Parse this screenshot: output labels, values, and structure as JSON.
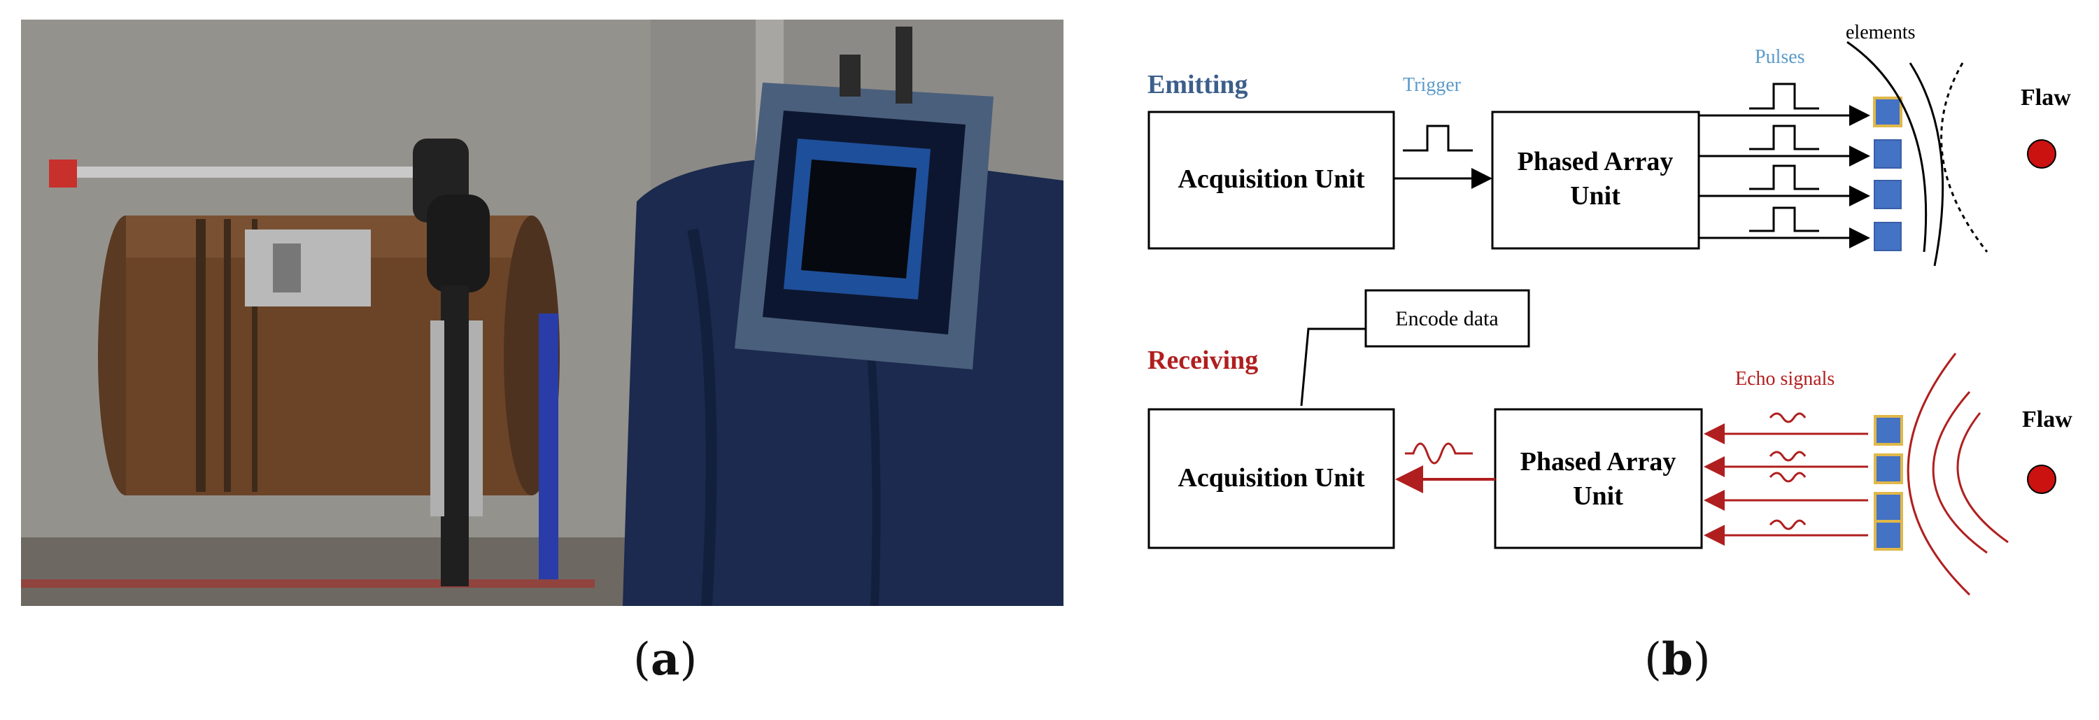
{
  "captions": {
    "a_letter": "a",
    "b_letter": "b"
  },
  "photo": {
    "description_icons": [
      "pipe-section",
      "scanner-rig",
      "flaw-detector-device",
      "blue-cloth-stand"
    ]
  },
  "emitting": {
    "heading": "Emitting",
    "trigger_label": "Trigger",
    "pulses_label": "Pulses",
    "elements_label": "elements",
    "flaw_label": "Flaw",
    "acq_label": "Acquisition Unit",
    "pa_line1": "Phased Array",
    "pa_line2": "Unit"
  },
  "receiving": {
    "heading": "Receiving",
    "encode_label": "Encode data",
    "echo_label": "Echo signals",
    "flaw_label": "Flaw",
    "acq_label": "Acquisition Unit",
    "pa_line1": "Phased Array",
    "pa_line2": "Unit"
  },
  "colors": {
    "emit_heading": "#3c5f8a",
    "label_blue": "#5b9bc9",
    "receive_red": "#b01f1f",
    "element_fill": "#4472c4",
    "element_border": "#e0b84a",
    "flaw_red": "#cc1111"
  }
}
